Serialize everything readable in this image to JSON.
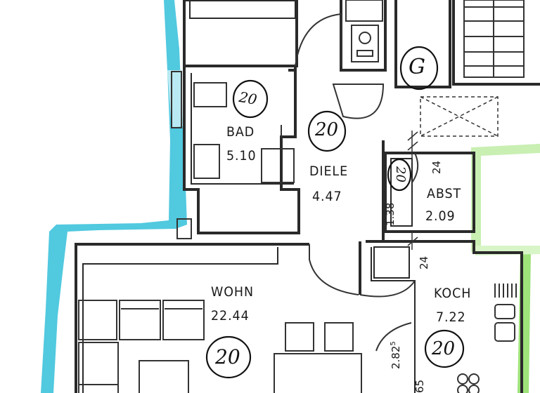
{
  "colors": {
    "water": "#3ec3dc",
    "water_light": "#b9e9f2",
    "wall": "#2a2a2a",
    "line": "#333333",
    "green": "#9ee27a",
    "ink": "#111111"
  },
  "rooms": [
    {
      "id": "bad",
      "name": "BAD",
      "area": "5.10",
      "mark": "20"
    },
    {
      "id": "diele",
      "name": "DIELE",
      "area": "4.47",
      "mark": "20"
    },
    {
      "id": "abst",
      "name": "ABST",
      "area": "2.09",
      "mark": "20"
    },
    {
      "id": "wohn",
      "name": "WOHN",
      "area": "22.44",
      "mark": "20"
    },
    {
      "id": "koch",
      "name": "KOCH",
      "area": "7.22",
      "mark": "20"
    }
  ],
  "dimensions": {
    "abst_width": "1.38",
    "abst_top": "24",
    "koch_top": "24",
    "koch_left_base": "2.82",
    "koch_left_sup": "5",
    "bottom_partial": "65"
  },
  "stair_mark": "G"
}
